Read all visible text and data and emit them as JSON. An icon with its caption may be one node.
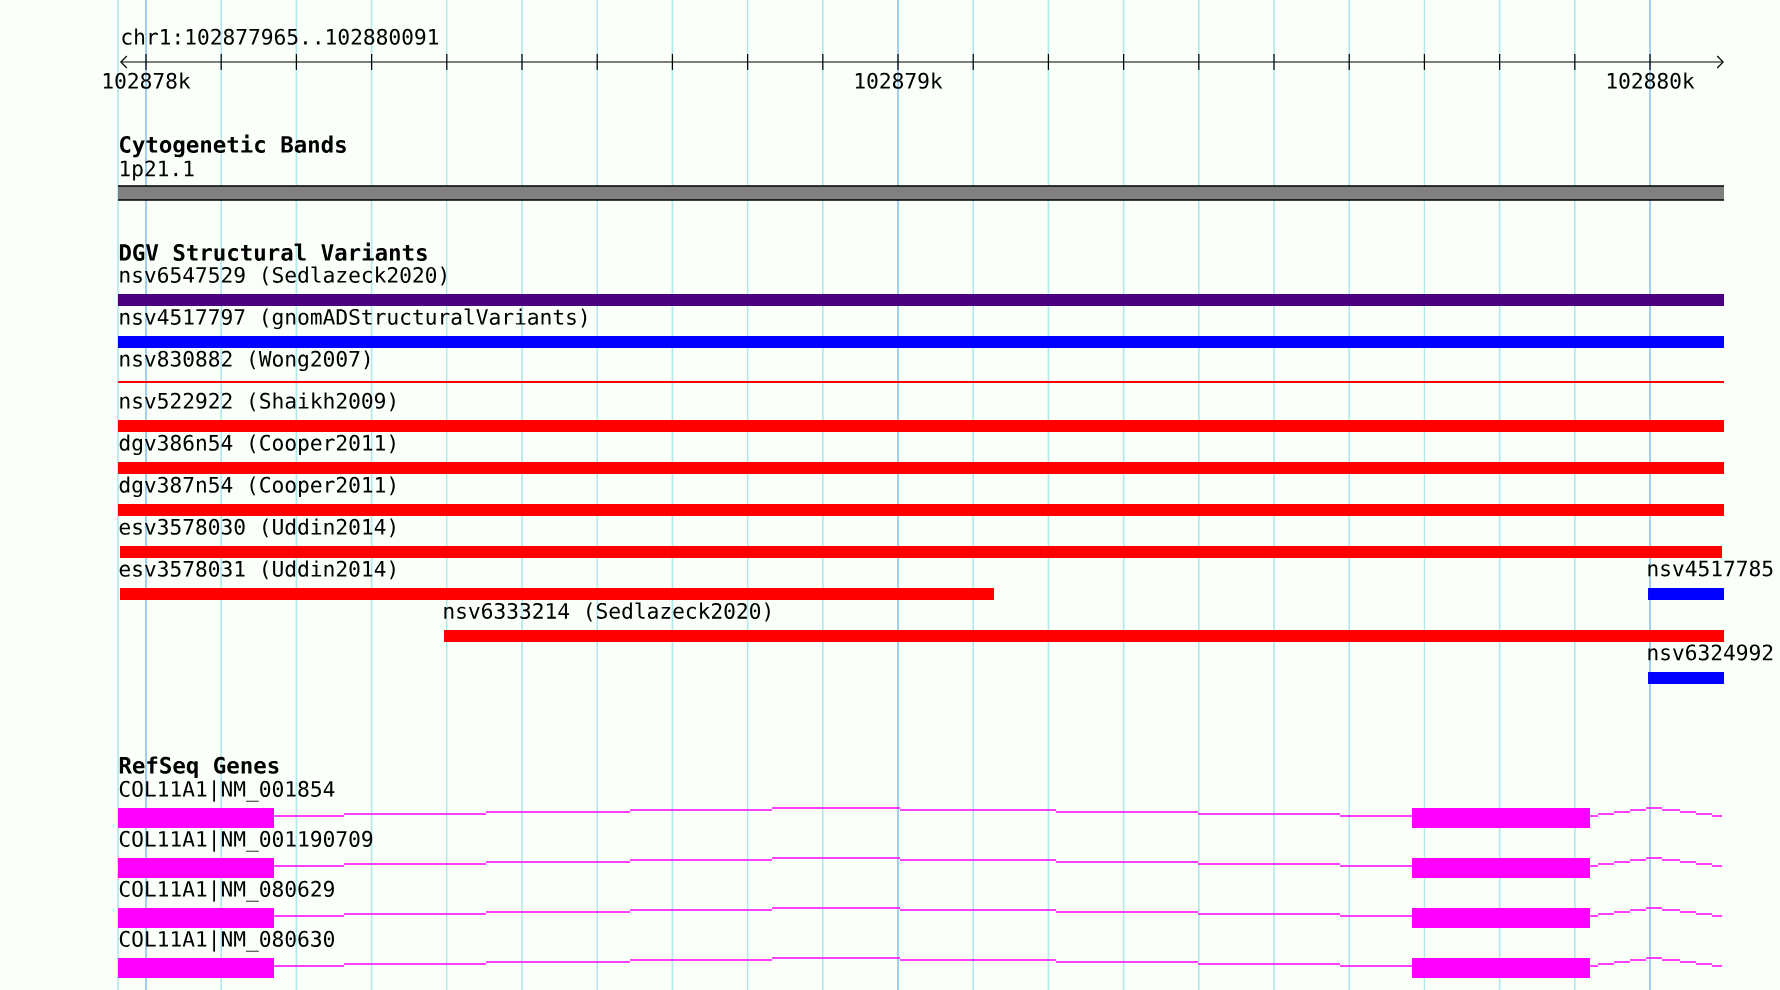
{
  "diagram": {
    "nodes": [
      {
        "text": [
          "1p21.1"
        ]
      },
      {
        "text": [
          "nsv6547529 (Sedlazeck2020)"
        ]
      },
      {
        "text": [
          "nsv4517797 (gnomADStructuralVariants)"
        ]
      },
      {
        "text": [
          "nsv830882 (Wong2007)"
        ]
      },
      {
        "text": [
          "nsv522922 (Shaikh2009)"
        ]
      },
      {
        "text": [
          "dgv386n54 (Cooper2011)"
        ]
      },
      {
        "text": [
          "dgv387n54 (Cooper2011)"
        ]
      },
      {
        "text": [
          "esv3578030 (Uddin2014)"
        ]
      },
      {
        "text": [
          "esv3578031 (Uddin2014)"
        ]
      },
      {
        "text": [
          "nsv4517785"
        ]
      },
      {
        "text": [
          "nsv6333214 (Sedlazeck2020)"
        ]
      },
      {
        "text": [
          "nsv6324992"
        ]
      },
      {
        "text": [
          "COL11A1|NM_001854"
        ]
      },
      {
        "text": [
          "COL11A1|NM_001190709"
        ]
      },
      {
        "text": [
          "COL11A1|NM_080629"
        ]
      },
      {
        "text": [
          "COL11A1|NM_080630"
        ]
      }
    ],
    "labels": [
      "chr1:102877965..102880091",
      "102878k",
      "102879k",
      "102880k",
      "Cytogenetic Bands",
      "DGV Structural Variants",
      "RefSeq Genes"
    ]
  }
}
